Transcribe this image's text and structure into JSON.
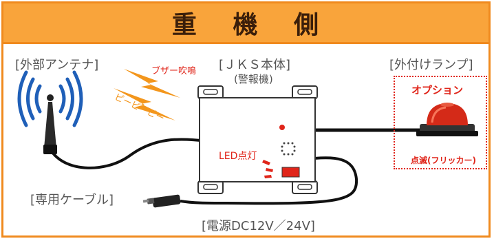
{
  "header": {
    "title_chars": [
      "重",
      "機",
      "側"
    ]
  },
  "labels": {
    "antenna": "[外部アンテナ]",
    "buzzer": "ブザー吹鳴",
    "beep": "ピーピーピー",
    "main_unit": "[ＪＫＳ本体]",
    "main_unit_sub": "(警報機)",
    "external_lamp": "[外付けランプ]",
    "option": "オプション",
    "flicker": "点滅(フリッカー)",
    "led": "LED点灯",
    "cable": "[専用ケーブル]",
    "power": "[電源DC12V／24V]"
  },
  "colors": {
    "accent_orange": "#f9a43b",
    "border_orange": "#f08a1e",
    "red_text": "#e0251a",
    "wave_blue": "#1f5fb8",
    "buzzer_orange": "#f3961c"
  }
}
